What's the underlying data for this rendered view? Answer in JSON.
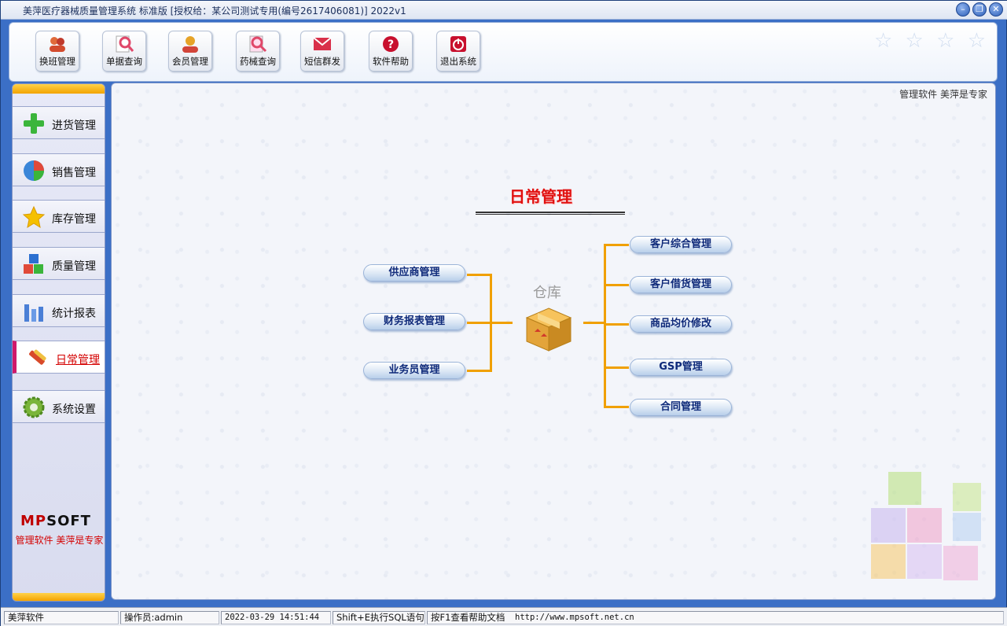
{
  "window": {
    "title": "美萍医疗器械质量管理系统 标准版 [授权给：某公司测试专用(编号2617406081)]  2022v1",
    "controls": [
      "minimize",
      "restore",
      "close"
    ]
  },
  "toolbar": {
    "items": [
      {
        "label": "换班管理",
        "icon": "users-icon",
        "color": "#d24b2e"
      },
      {
        "label": "单据查询",
        "icon": "magnifier-icon",
        "color": "#e0486a"
      },
      {
        "label": "会员管理",
        "icon": "member-icon",
        "color": "#e6a328"
      },
      {
        "label": "药械查询",
        "icon": "search-icon",
        "color": "#e0486a"
      },
      {
        "label": "短信群发",
        "icon": "envelope-icon",
        "color": "#d9304a"
      },
      {
        "label": "软件帮助",
        "icon": "help-icon",
        "color": "#c8102e"
      },
      {
        "label": "退出系统",
        "icon": "power-icon",
        "color": "#c8102e"
      }
    ]
  },
  "sidebar": {
    "items": [
      {
        "label": "进货管理",
        "icon": "plus-icon",
        "color": "#3bb53b",
        "active": false
      },
      {
        "label": "销售管理",
        "icon": "pie-chart-icon",
        "color": "#3a86d8",
        "active": false
      },
      {
        "label": "库存管理",
        "icon": "star-icon",
        "color": "#f5c000",
        "active": false
      },
      {
        "label": "质量管理",
        "icon": "cubes-icon",
        "color": "#2b6fd0",
        "active": false
      },
      {
        "label": "统计报表",
        "icon": "bar-chart-icon",
        "color": "#4a7fd6",
        "active": false
      },
      {
        "label": "日常管理",
        "icon": "tools-icon",
        "color": "#d84a2a",
        "active": true
      },
      {
        "label": "系统设置",
        "icon": "gear-icon",
        "color": "#7ab53a",
        "active": false
      }
    ],
    "logo": {
      "brand_red": "MP",
      "brand_black": "SOFT"
    },
    "slogan": "管理软件  美萍是专家"
  },
  "main": {
    "corner_text": "管理软件  美萍是专家",
    "title": "日常管理",
    "hub_label": "仓库",
    "left_buttons": [
      "供应商管理",
      "财务报表管理",
      "业务员管理"
    ],
    "right_buttons": [
      "客户综合管理",
      "客户借货管理",
      "商品均价修改",
      "GSP管理",
      "合同管理"
    ],
    "accent_color": "#f0a000"
  },
  "statusbar": {
    "app": "美萍软件",
    "operator": "操作员:admin",
    "datetime": "2022-03-29 14:51:44",
    "sql_hint": "Shift+E执行SQL语句",
    "help_hint": "按F1查看帮助文档",
    "url": "http://www.mpsoft.net.cn"
  }
}
